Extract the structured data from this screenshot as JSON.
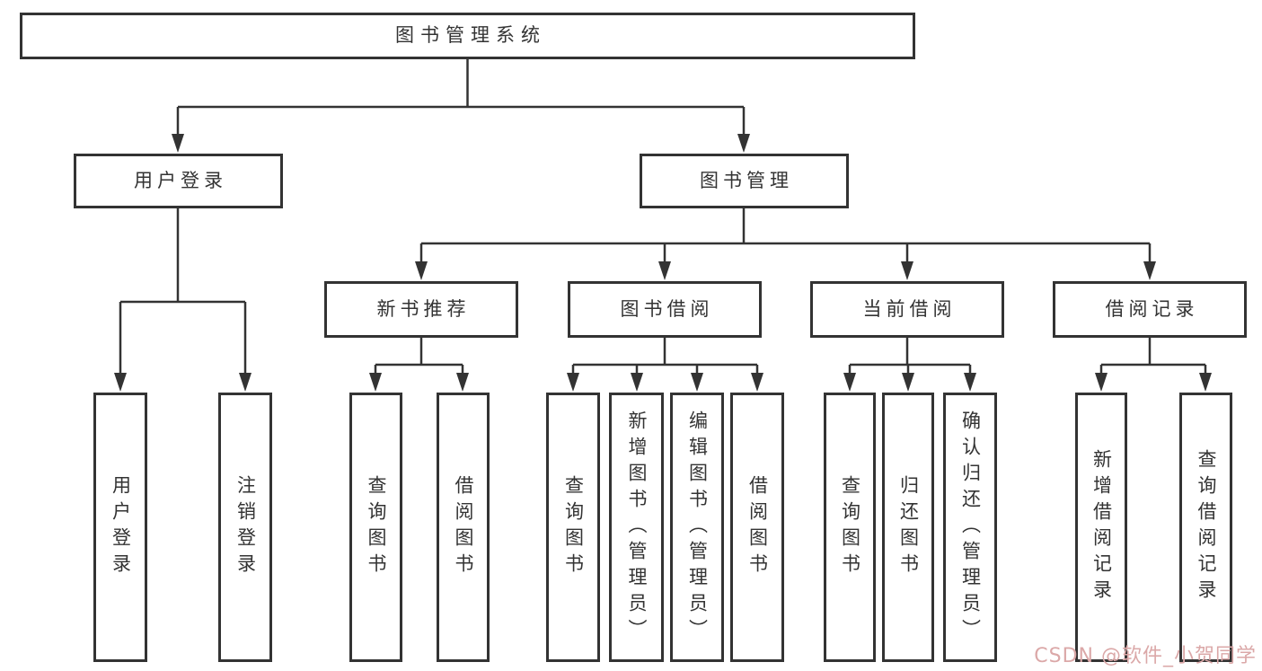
{
  "diagram": {
    "type": "hierarchy-tree",
    "title": "图书管理系统",
    "watermark": "CSDN @软件_小贺同学",
    "colors": {
      "line": "#333333",
      "box_border": "#333333",
      "box_fill": "#ffffff",
      "text": "#333333",
      "watermark": "#dba8a8"
    },
    "nodes": {
      "root": {
        "label": "图书管理系统",
        "children": [
          "user_login",
          "book_mgmt"
        ]
      },
      "user_login": {
        "label": "用户登录",
        "children": [
          "leaf_user_login",
          "leaf_logout"
        ]
      },
      "book_mgmt": {
        "label": "图书管理",
        "children": [
          "new_book_rec",
          "book_borrow",
          "current_borrow",
          "borrow_record"
        ]
      },
      "new_book_rec": {
        "label": "新书推荐",
        "children": [
          "leaf_nb_query",
          "leaf_nb_borrow"
        ]
      },
      "book_borrow": {
        "label": "图书借阅",
        "children": [
          "leaf_bb_query",
          "leaf_bb_add",
          "leaf_bb_edit",
          "leaf_bb_borrow"
        ]
      },
      "current_borrow": {
        "label": "当前借阅",
        "children": [
          "leaf_cb_query",
          "leaf_cb_return",
          "leaf_cb_confirm"
        ]
      },
      "borrow_record": {
        "label": "借阅记录",
        "children": [
          "leaf_br_add",
          "leaf_br_query"
        ]
      },
      "leaf_user_login": {
        "label": "用户登录"
      },
      "leaf_logout": {
        "label": "注销登录"
      },
      "leaf_nb_query": {
        "label": "查询图书"
      },
      "leaf_nb_borrow": {
        "label": "借阅图书"
      },
      "leaf_bb_query": {
        "label": "查询图书"
      },
      "leaf_bb_add": {
        "label": "新增图书（管理员）"
      },
      "leaf_bb_edit": {
        "label": "编辑图书（管理员）"
      },
      "leaf_bb_borrow": {
        "label": "借阅图书"
      },
      "leaf_cb_query": {
        "label": "查询图书"
      },
      "leaf_cb_return": {
        "label": "归还图书"
      },
      "leaf_cb_confirm": {
        "label": "确认归还（管理员）"
      },
      "leaf_br_add": {
        "label": "新增借阅记录"
      },
      "leaf_br_query": {
        "label": "查询借阅记录"
      }
    }
  }
}
